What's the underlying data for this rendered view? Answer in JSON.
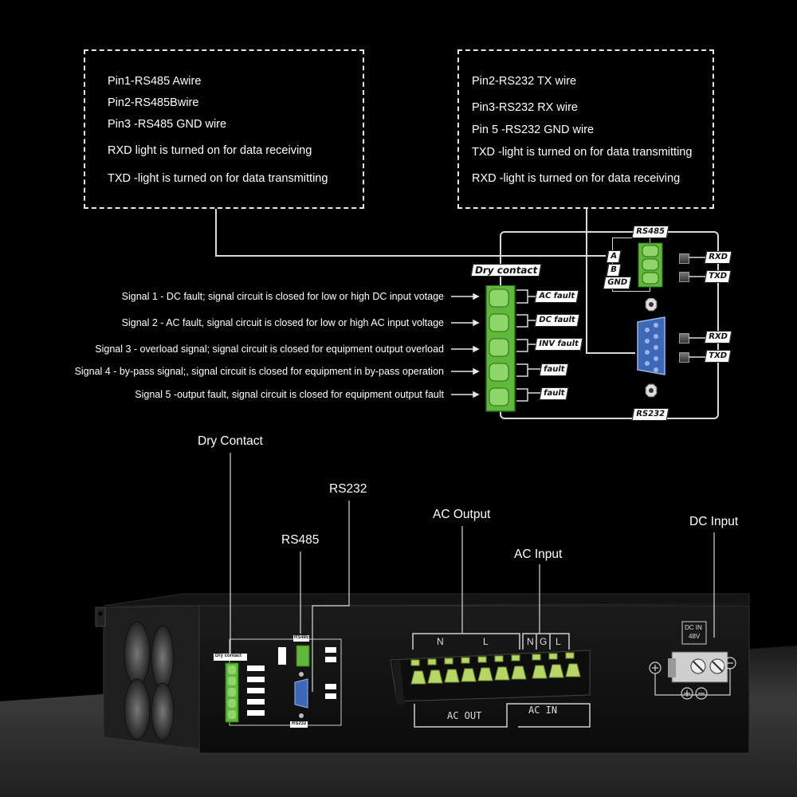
{
  "left_box": {
    "lines": [
      "Pin1-RS485 Awire",
      "Pin2-RS485Bwire",
      "Pin3 -RS485 GND wire",
      "RXD light is turned on for data receiving",
      "TXD -light is turned on for data transmitting"
    ]
  },
  "right_box": {
    "lines": [
      "Pin2-RS232 TX wire",
      "Pin3-RS232 RX wire",
      "Pin 5 -RS232 GND wire",
      "TXD -light is turned on for data transmitting",
      "RXD -light is turned on for data receiving"
    ]
  },
  "signals": [
    "Signal 1 - DC fault; signal circuit is closed for low or high DC input votage",
    "Signal 2 - AC fault, signal circuit is closed for low or high AC input voltage",
    "Signal 3 - overload signal; signal circuit is closed for equipment output overload",
    "Signal 4 - by-pass signal;, signal circuit is closed for equipment in by-pass operation",
    "Signal 5 -output fault, signal circuit is closed for equipment output fault"
  ],
  "panel": {
    "dry_contact_label": "Dry contact",
    "fault_labels": [
      "AC fault",
      "DC fault",
      "INV fault",
      "fault",
      "fault"
    ],
    "rs485_label": "RS485",
    "rs485_pins": [
      "A",
      "B",
      "GND"
    ],
    "rs232_label": "RS232",
    "rxd": "RXD",
    "txd": "TXD"
  },
  "callouts": {
    "dry_contact": "Dry Contact",
    "rs232": "RS232",
    "rs485": "RS485",
    "ac_output": "AC Output",
    "ac_input": "AC Input",
    "dc_input": "DC Input"
  },
  "device": {
    "terminal_n": "N",
    "terminal_l": "L",
    "terminal_g": "G",
    "ac_out": "AC OUT",
    "ac_in": "AC IN",
    "dc_in_line1": "DC IN",
    "dc_in_line2": "48V",
    "small_dry_contact": "Dry contact",
    "small_rs485": "RS485",
    "small_rs232": "RS232"
  },
  "colors": {
    "terminal_green": "#5fb83a",
    "db9_blue": "#3d68b8",
    "background": "#000000"
  }
}
